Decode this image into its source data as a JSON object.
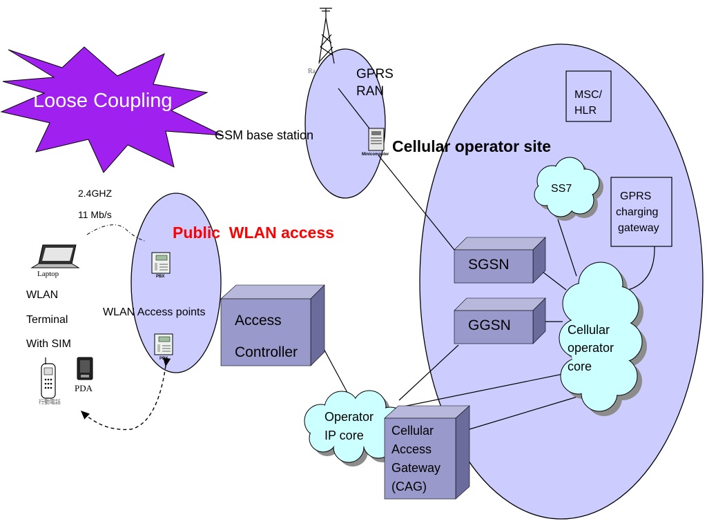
{
  "burst": {
    "text": "Loose Coupling",
    "fill": "#a020f0",
    "text_color": "#ffffff"
  },
  "gprs_ran": {
    "title_line1": "GPRS",
    "title_line2": "RAN",
    "radio_label": "Ra",
    "server_label": "Minicomputer"
  },
  "gsm_base_station": "GSM base station",
  "cellular_site": "Cellular operator site",
  "msc_hlr": {
    "line1": "MSC/",
    "line2": "HLR"
  },
  "ss7": "SS7",
  "gprs_charging": {
    "line1": "GPRS",
    "line2": "charging",
    "line3": "gateway"
  },
  "sgsn": "SGSN",
  "ggsn": "GGSN",
  "cellular_core": {
    "line1": "Cellular",
    "line2": "operator",
    "line3": "core"
  },
  "access_controller": {
    "line1": "Access",
    "line2": "Controller"
  },
  "operator_ip_core": {
    "line1": "Operator",
    "line2": "IP core"
  },
  "cag": {
    "line1": "Cellular",
    "line2": "Access",
    "line3": "Gateway",
    "line4": "(CAG)"
  },
  "public_wlan": {
    "text": "Public  WLAN access",
    "color": "#ff0000"
  },
  "wlan_access_points": "WLAN Access points",
  "pbx_label": "PBX",
  "radio": {
    "freq": "2.4GHZ",
    "rate": "11 Mb/s"
  },
  "laptop_label": "Laptop",
  "terminal": {
    "line1": "WLAN",
    "line2": "Terminal",
    "line3": "With SIM"
  },
  "pda_label": "PDA",
  "phone_label": "行動電話",
  "colors": {
    "ellipse_fill": "#ccccff",
    "box_fill": "#9999cc",
    "box_side": "#6c6c9c",
    "box_top": "#b8b8dc",
    "cloud_fill": "#ccffff"
  }
}
